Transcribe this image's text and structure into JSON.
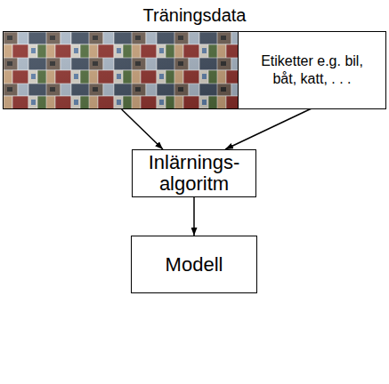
{
  "diagram": {
    "nodes": [
      {
        "text": [
          "Träningsdata"
        ]
      },
      {
        "text": [
          "Etiketter e.g. bil, båt, katt, . . ."
        ],
        "in": 0
      },
      {
        "text": [
          "Inlärnings- algoritm"
        ]
      },
      {
        "text": [
          "Modell"
        ]
      }
    ],
    "edges": [
      {
        "from": 0,
        "to": 2,
        "arrow": "to"
      },
      {
        "from": 1,
        "to": 2,
        "arrow": "to"
      },
      {
        "from": 2,
        "to": 3,
        "arrow": "to"
      }
    ]
  }
}
